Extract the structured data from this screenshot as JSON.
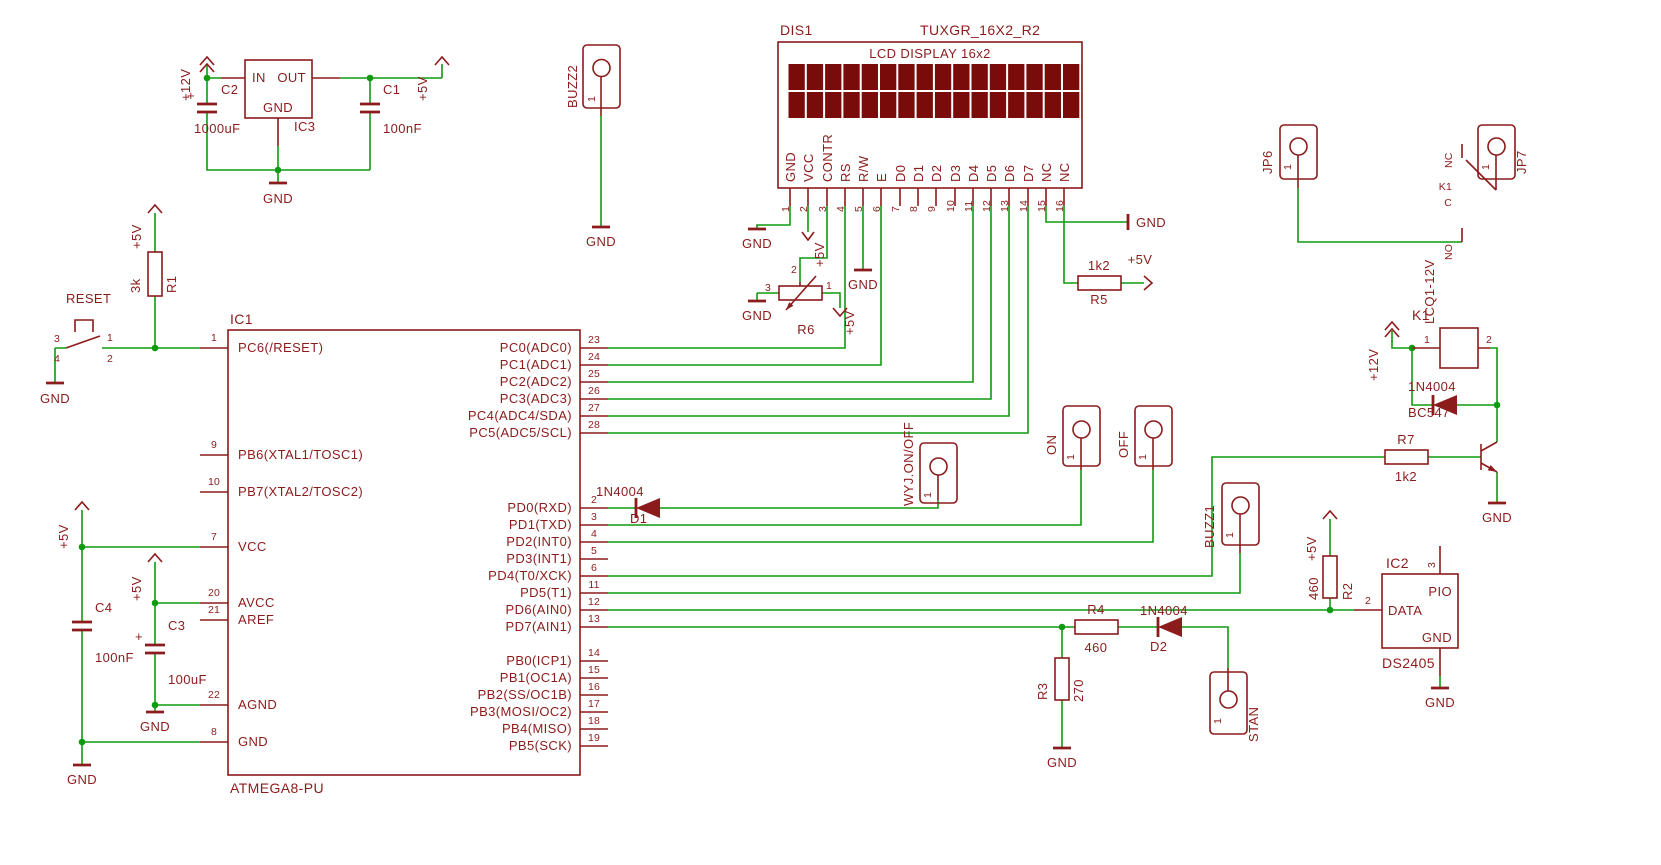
{
  "colors": {
    "wire_green": "#0f9b0f",
    "symbol_maroon": "#8c1b1b",
    "lcd_cell_fill": "#7a0b0b",
    "background": "#ffffff"
  },
  "t": {
    "p12": "+12V",
    "p5": "+5V",
    "gnd": "GND",
    "plus": "+",
    "one": "1",
    "two": "2",
    "three": "3",
    "four": "4",
    "ic3": "IC3",
    "in": "IN",
    "out": "OUT",
    "c1": "C1",
    "c1v": "100nF",
    "c2": "C2",
    "c2v": "1000uF",
    "c3": "C3",
    "c3v": "100uF",
    "c4": "C4",
    "c4v": "100nF",
    "r1": "R1",
    "r1v": "3k",
    "r2": "R2",
    "r2v": "460",
    "r3": "R3",
    "r3v": "270",
    "r4": "R4",
    "r4v": "460",
    "r5": "R5",
    "r5v": "1k2",
    "r6": "R6",
    "r7": "R7",
    "r7v": "1k2",
    "reset": "RESET",
    "buzz2": "BUZZ2",
    "buzz1": "BUZZ1",
    "wyj": "WYJ.ON/OFF",
    "on": "ON",
    "off": "OFF",
    "stan": "STAN",
    "jp6": "JP6",
    "jp7": "JP7",
    "k1": "K1",
    "k1p": "LCQ1-12V",
    "nc": "NC",
    "no": "NO",
    "c": "C",
    "n4004": "1N4004",
    "d1": "D1",
    "d2": "D2",
    "q1": "BC547",
    "ic2": "IC2",
    "ic2p": "DS2405",
    "pio": "PIO",
    "data": "DATA"
  },
  "ic1": {
    "name": "IC1",
    "part": "ATMEGA8-PU",
    "left_pins": [
      {
        "num": "1",
        "name": "PC6(/RESET)"
      },
      {
        "num": "9",
        "name": "PB6(XTAL1/TOSC1)"
      },
      {
        "num": "10",
        "name": "PB7(XTAL2/TOSC2)"
      },
      {
        "num": "7",
        "name": "VCC"
      },
      {
        "num": "20",
        "name": "AVCC"
      },
      {
        "num": "21",
        "name": "AREF"
      },
      {
        "num": "22",
        "name": "AGND"
      },
      {
        "num": "8",
        "name": "GND"
      }
    ],
    "right_pins": [
      {
        "num": "23",
        "name": "PC0(ADC0)"
      },
      {
        "num": "24",
        "name": "PC1(ADC1)"
      },
      {
        "num": "25",
        "name": "PC2(ADC2)"
      },
      {
        "num": "26",
        "name": "PC3(ADC3)"
      },
      {
        "num": "27",
        "name": "PC4(ADC4/SDA)"
      },
      {
        "num": "28",
        "name": "PC5(ADC5/SCL)"
      },
      {
        "num": "2",
        "name": "PD0(RXD)"
      },
      {
        "num": "3",
        "name": "PD1(TXD)"
      },
      {
        "num": "4",
        "name": "PD2(INT0)"
      },
      {
        "num": "5",
        "name": "PD3(INT1)"
      },
      {
        "num": "6",
        "name": "PD4(T0/XCK)"
      },
      {
        "num": "11",
        "name": "PD5(T1)"
      },
      {
        "num": "12",
        "name": "PD6(AIN0)"
      },
      {
        "num": "13",
        "name": "PD7(AIN1)"
      },
      {
        "num": "14",
        "name": "PB0(ICP1)"
      },
      {
        "num": "15",
        "name": "PB1(OC1A)"
      },
      {
        "num": "16",
        "name": "PB2(SS/OC1B)"
      },
      {
        "num": "17",
        "name": "PB3(MOSI/OC2)"
      },
      {
        "num": "18",
        "name": "PB4(MISO)"
      },
      {
        "num": "19",
        "name": "PB5(SCK)"
      }
    ]
  },
  "dis1": {
    "name": "DIS1",
    "part": "TUXGR_16X2_R2",
    "title": "LCD DISPLAY 16x2",
    "pins": [
      {
        "num": "1",
        "name": "GND"
      },
      {
        "num": "2",
        "name": "VCC"
      },
      {
        "num": "3",
        "name": "CONTR"
      },
      {
        "num": "4",
        "name": "RS"
      },
      {
        "num": "5",
        "name": "R/W"
      },
      {
        "num": "6",
        "name": "E"
      },
      {
        "num": "7",
        "name": "D0"
      },
      {
        "num": "8",
        "name": "D1"
      },
      {
        "num": "9",
        "name": "D2"
      },
      {
        "num": "10",
        "name": "D3"
      },
      {
        "num": "11",
        "name": "D4"
      },
      {
        "num": "12",
        "name": "D5"
      },
      {
        "num": "13",
        "name": "D6"
      },
      {
        "num": "14",
        "name": "D7"
      },
      {
        "num": "15",
        "name": "NC"
      },
      {
        "num": "16",
        "name": "NC"
      }
    ]
  }
}
